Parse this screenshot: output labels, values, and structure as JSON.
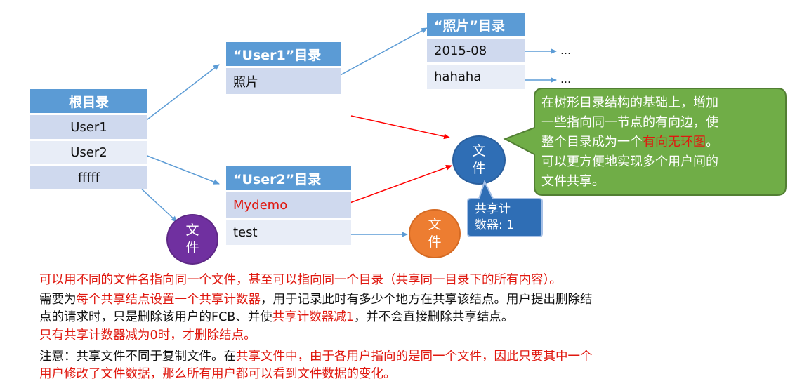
{
  "root_table": {
    "title": "根目录",
    "rows": [
      "User1",
      "User2",
      "fffff"
    ]
  },
  "user1_table": {
    "title": "“User1”目录",
    "rows": [
      "照片"
    ]
  },
  "photo_table": {
    "title": "“照片”目录",
    "rows": [
      "2015-08",
      "hahaha"
    ],
    "ellipsis": "…"
  },
  "user2_table": {
    "title": "“User2”目录",
    "rows": [
      "Mydemo",
      "test"
    ]
  },
  "file_nodes": {
    "shared": "文件",
    "purple": "文件",
    "orange": "文件"
  },
  "counter_callout": {
    "line1": "共享计",
    "line2": "数器: 1"
  },
  "green_callout": {
    "line1": "在树形目录结构的基础上，增加",
    "line2": "一些指向同一节点的有向边，使",
    "line3_pre": "整个目录成为一个",
    "line3_red": "有向无环图",
    "line3_post": "。",
    "line4": "可以更方便地实现多个用户间的",
    "line5": "文件共享。"
  },
  "notes": {
    "p1": "可以用不同的文件名指向同一个文件，甚至可以指向同一个目录（共享同一目录下的所有内容）。",
    "p2_pre": "需要为",
    "p2_red": "每个共享结点设置一个共享计数器",
    "p2_post": "，用于记录此时有多少个地方在共享该结点。用户提出删除结",
    "p3_pre": "点的请求时，只是删除该用户的FCB、并使",
    "p3_red": "共享计数器减1",
    "p3_post": "，并不会直接删除共享结点。",
    "p4": "只有共享计数器减为0时，才删除结点。",
    "p5_pre": "注意：共享文件不同于复制文件。在",
    "p5_red": "共享文件中，由于各用户指向的是同一个文件，因此只要其中一个",
    "p6": "用户修改了文件数据，那么所有用户都可以看到文件数据的变化。"
  },
  "colors": {
    "header_blue": "#5b9bd5",
    "row_dark": "#cfd9ee",
    "row_light": "#e8edf7",
    "shared_file": "#2f6eb5",
    "purple_file": "#7030a0",
    "orange_file": "#ed7d31",
    "green_callout": "#70ad47",
    "red_text": "#e0180f",
    "red_arrow": "#ff0000",
    "blue_arrow": "#5b9bd5"
  }
}
